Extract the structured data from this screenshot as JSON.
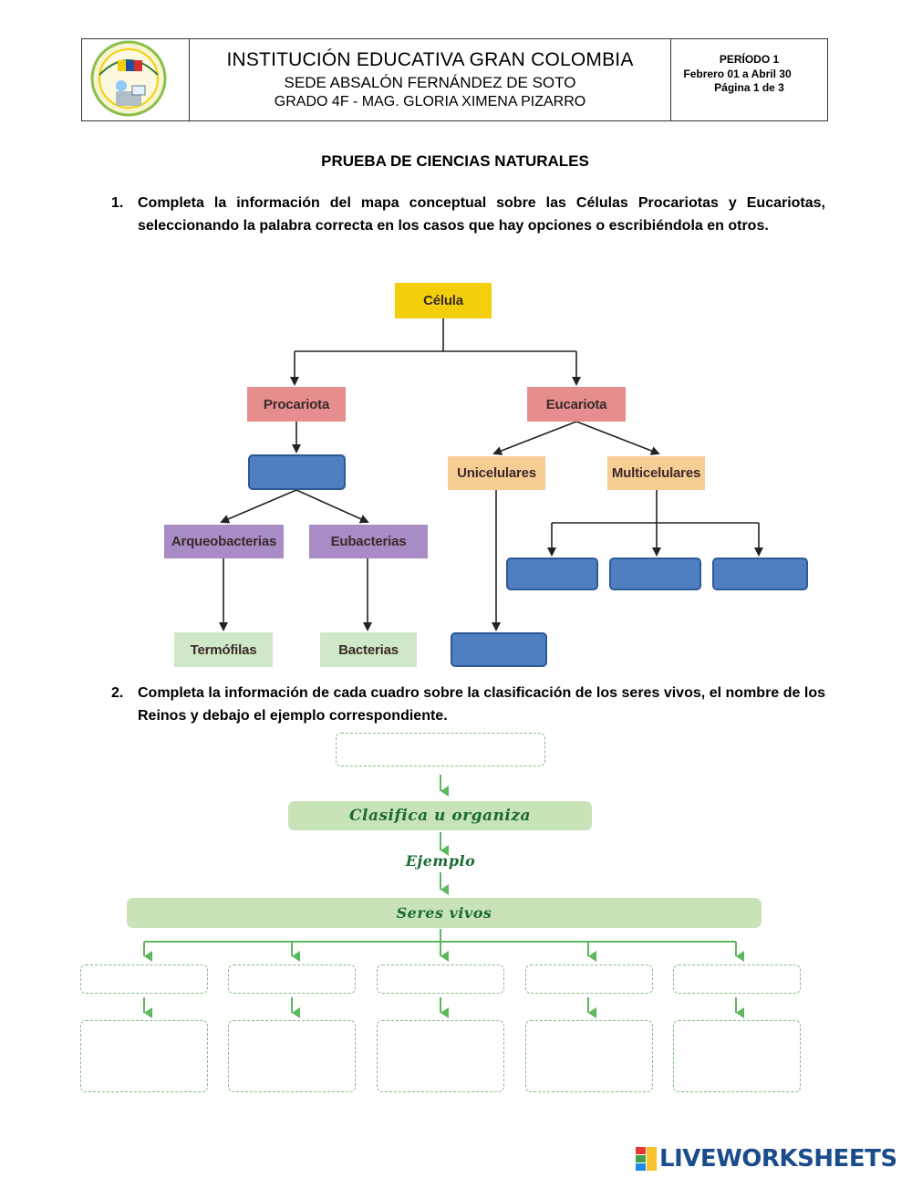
{
  "header": {
    "institution": "INSTITUCIÓN EDUCATIVA GRAN COLOMBIA",
    "campus": "SEDE ABSALÓN FERNÁNDEZ DE SOTO",
    "grade_teacher": "GRADO 4F - MAG. GLORIA XIMENA PIZARRO",
    "period": "PERÍODO 1",
    "dates": "Febrero 01 a Abril 30",
    "page": "Página 1 de 3"
  },
  "test_title": "PRUEBA DE CIENCIAS NATURALES",
  "question1": {
    "number": "1.",
    "text": "Completa la información del mapa conceptual sobre las Células Procariotas y Eucariotas, seleccionando la palabra correcta en los casos que hay opciones o escribiéndola en otros."
  },
  "concept_map": {
    "root": "Célula",
    "prokaryote": "Procariota",
    "eukaryote": "Eucariota",
    "unicellular": "Unicelulares",
    "multicellular": "Multicelulares",
    "archaea": "Arqueobacterias",
    "eubacteria": "Eubacterias",
    "thermophiles": "Termófilas",
    "bacteria": "Bacterias"
  },
  "question2": {
    "number": "2.",
    "text": "Completa la información de cada cuadro sobre la clasificación de los seres vivos, el nombre de los Reinos y debajo el ejemplo correspondiente."
  },
  "classification": {
    "classify": "Clasifica u organiza",
    "example": "Ejemplo",
    "living_beings": "Seres vivos"
  },
  "footer": {
    "brand": "LIVEWORKSHEETS"
  },
  "colors": {
    "blank_box": "#4f7fc1",
    "green_arrow": "#5cb85c",
    "brand": "#1a4c8c"
  }
}
